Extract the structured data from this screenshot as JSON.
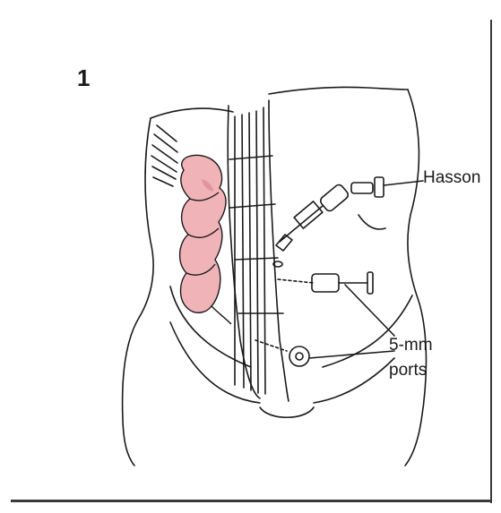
{
  "figure": {
    "number": "1",
    "labels": {
      "hasson": "Hasson",
      "ports_line1": "5-mm",
      "ports_line2": "ports"
    },
    "colors": {
      "colon": "#f0b3b8",
      "colon_shadow": "#e0949c",
      "ink": "#1a1a1a"
    }
  }
}
